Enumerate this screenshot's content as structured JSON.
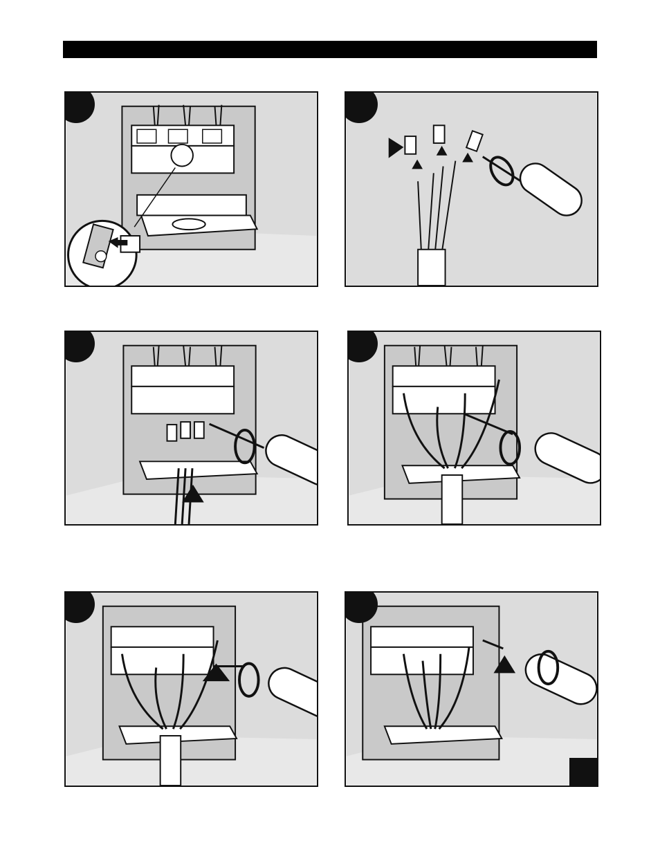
{
  "page": {
    "header_bar": "",
    "panels": [
      {
        "id": "panel-1",
        "illustration": "terminal-block-remove-strap"
      },
      {
        "id": "panel-2",
        "illustration": "wire-ring-terminals-screwdriver"
      },
      {
        "id": "panel-3",
        "illustration": "cord-insert-ground-screw"
      },
      {
        "id": "panel-4",
        "illustration": "four-wire-ground-connection"
      },
      {
        "id": "panel-5",
        "illustration": "four-wire-terminal-tighten"
      },
      {
        "id": "panel-6",
        "illustration": "four-wire-nut-tighten"
      }
    ],
    "icons": [
      "screwdriver-icon",
      "rotate-arrow-icon",
      "push-arrow-icon",
      "warning-triangle-icon"
    ]
  },
  "colors": {
    "ink": "#111111",
    "panel_bg": "#dcdcdc",
    "plate": "#c9c9c9",
    "white": "#ffffff"
  }
}
